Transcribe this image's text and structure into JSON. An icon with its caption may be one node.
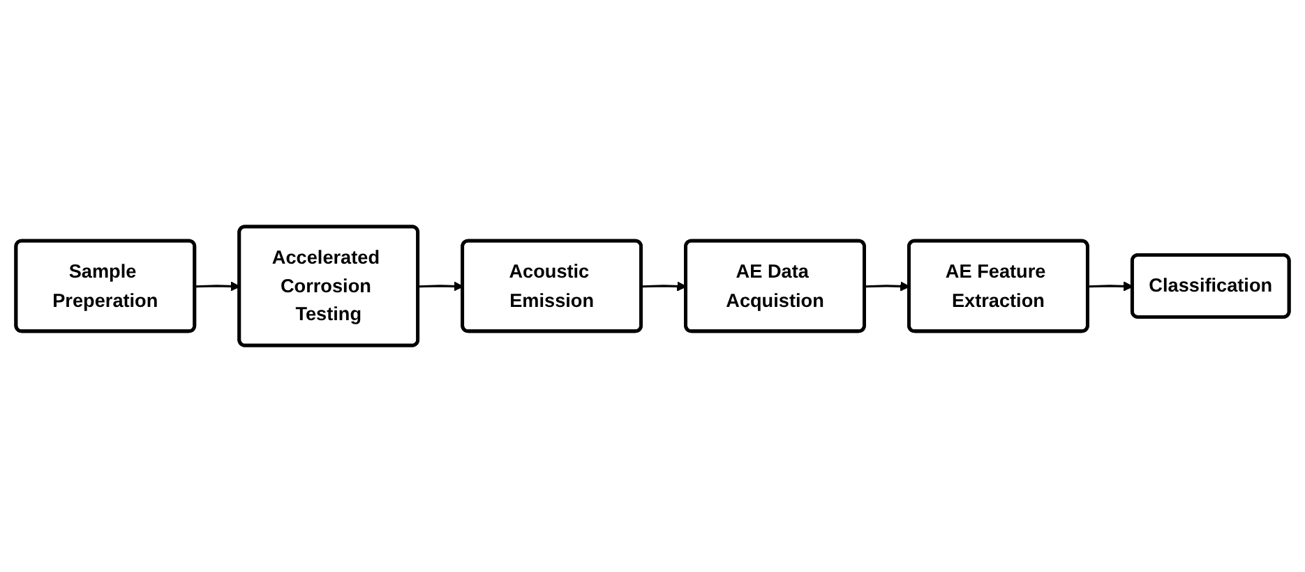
{
  "diagram": {
    "nodes": [
      {
        "text": [
          "Sample Preperation"
        ]
      },
      {
        "text": [
          "Accelerated Corrosion Testing"
        ]
      },
      {
        "text": [
          "Acoustic Emission"
        ]
      },
      {
        "text": [
          "AE Data Acquistion"
        ]
      },
      {
        "text": [
          "AE Feature Extraction"
        ]
      },
      {
        "text": [
          "Classification"
        ]
      }
    ],
    "edges": [
      {
        "from": 0,
        "to": 1,
        "arrow": "to"
      },
      {
        "from": 1,
        "to": 2,
        "arrow": "to"
      },
      {
        "from": 2,
        "to": 3,
        "arrow": "to"
      },
      {
        "from": 3,
        "to": 4,
        "arrow": "to"
      },
      {
        "from": 4,
        "to": 5,
        "arrow": "to"
      }
    ]
  }
}
